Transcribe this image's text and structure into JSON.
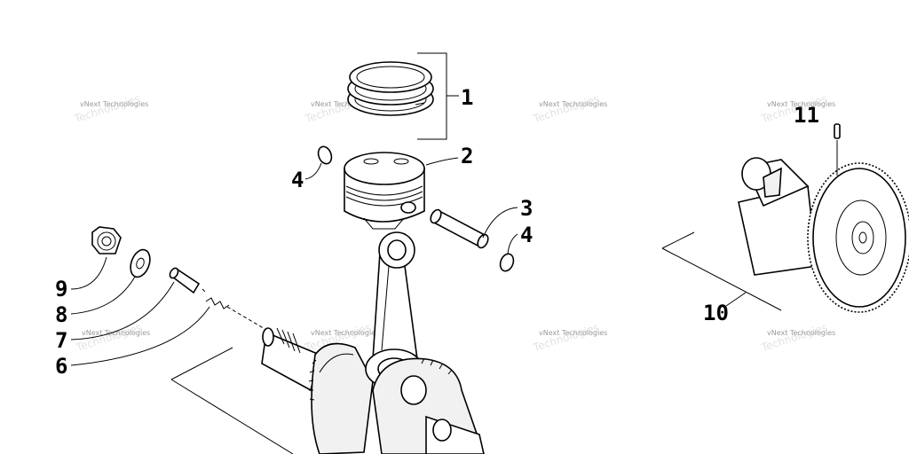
{
  "callouts": {
    "c1": "1",
    "c2": "2",
    "c3": "3",
    "c4a": "4",
    "c4b": "4",
    "c6": "6",
    "c7": "7",
    "c8": "8",
    "c9": "9",
    "c10": "10",
    "c11": "11"
  },
  "watermarks": [
    "vNext Technologies",
    "vNext Technologies",
    "vNext Technologies",
    "vNext Technologies",
    "vNext Technologies",
    "vNext Technologies",
    "vNext Technologies",
    "vNext Technologies"
  ]
}
